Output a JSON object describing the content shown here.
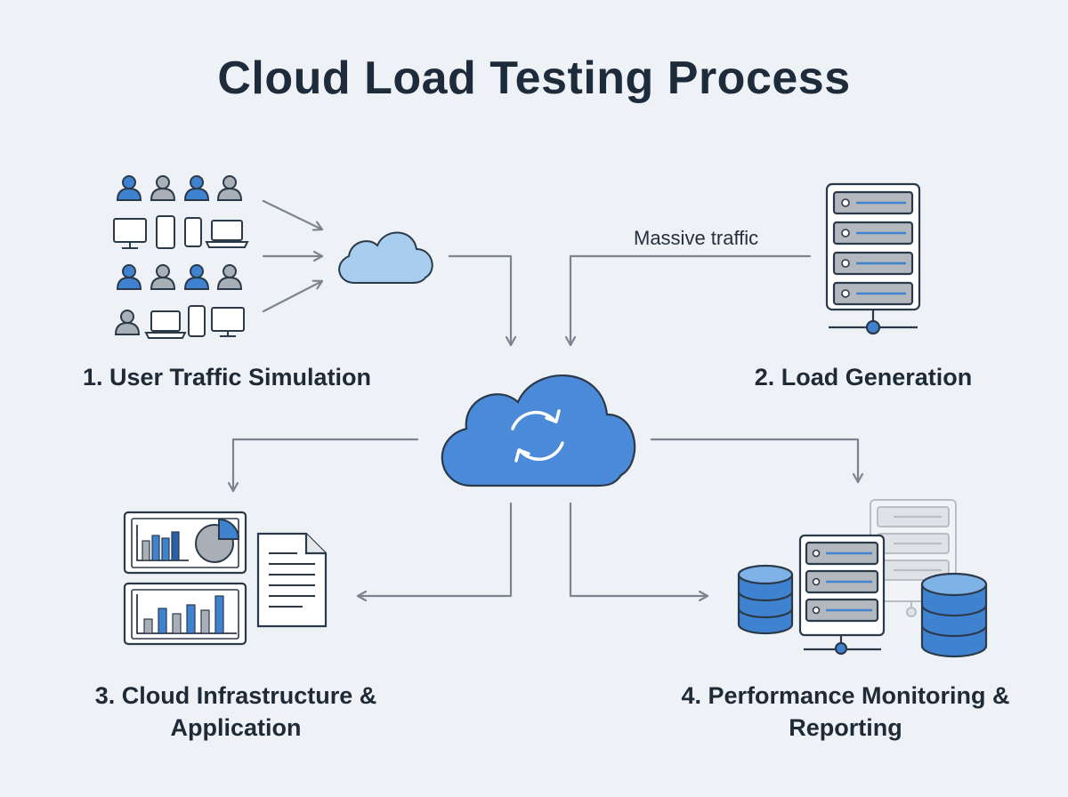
{
  "title": "Cloud Load Testing Process",
  "steps": [
    {
      "label": "1. User Traffic Simulation"
    },
    {
      "label": "2. Load Generation"
    },
    {
      "label": "3. Cloud Infrastructure & Application"
    },
    {
      "label": "4. Performance Monitoring & Reporting"
    }
  ],
  "edge_label": "Massive traffic",
  "colors": {
    "accent": "#3f82cf",
    "accent_light": "#a9cdee",
    "outline": "#2b3a4a",
    "gray": "#a9afb6",
    "arrow": "#7c858f",
    "background": "#eef2f6"
  },
  "icons": {
    "user_traffic": [
      "user-icon",
      "desktop-monitor-icon",
      "smartphone-icon",
      "laptop-icon"
    ],
    "load_generator": "server-rack-icon",
    "small_cloud": "cloud-icon",
    "central_cloud": "cloud-sync-icon",
    "reports": [
      "bar-chart-dashboard-icon",
      "pie-chart-icon",
      "document-icon"
    ],
    "monitoring": [
      "database-icon",
      "server-rack-icon"
    ]
  }
}
